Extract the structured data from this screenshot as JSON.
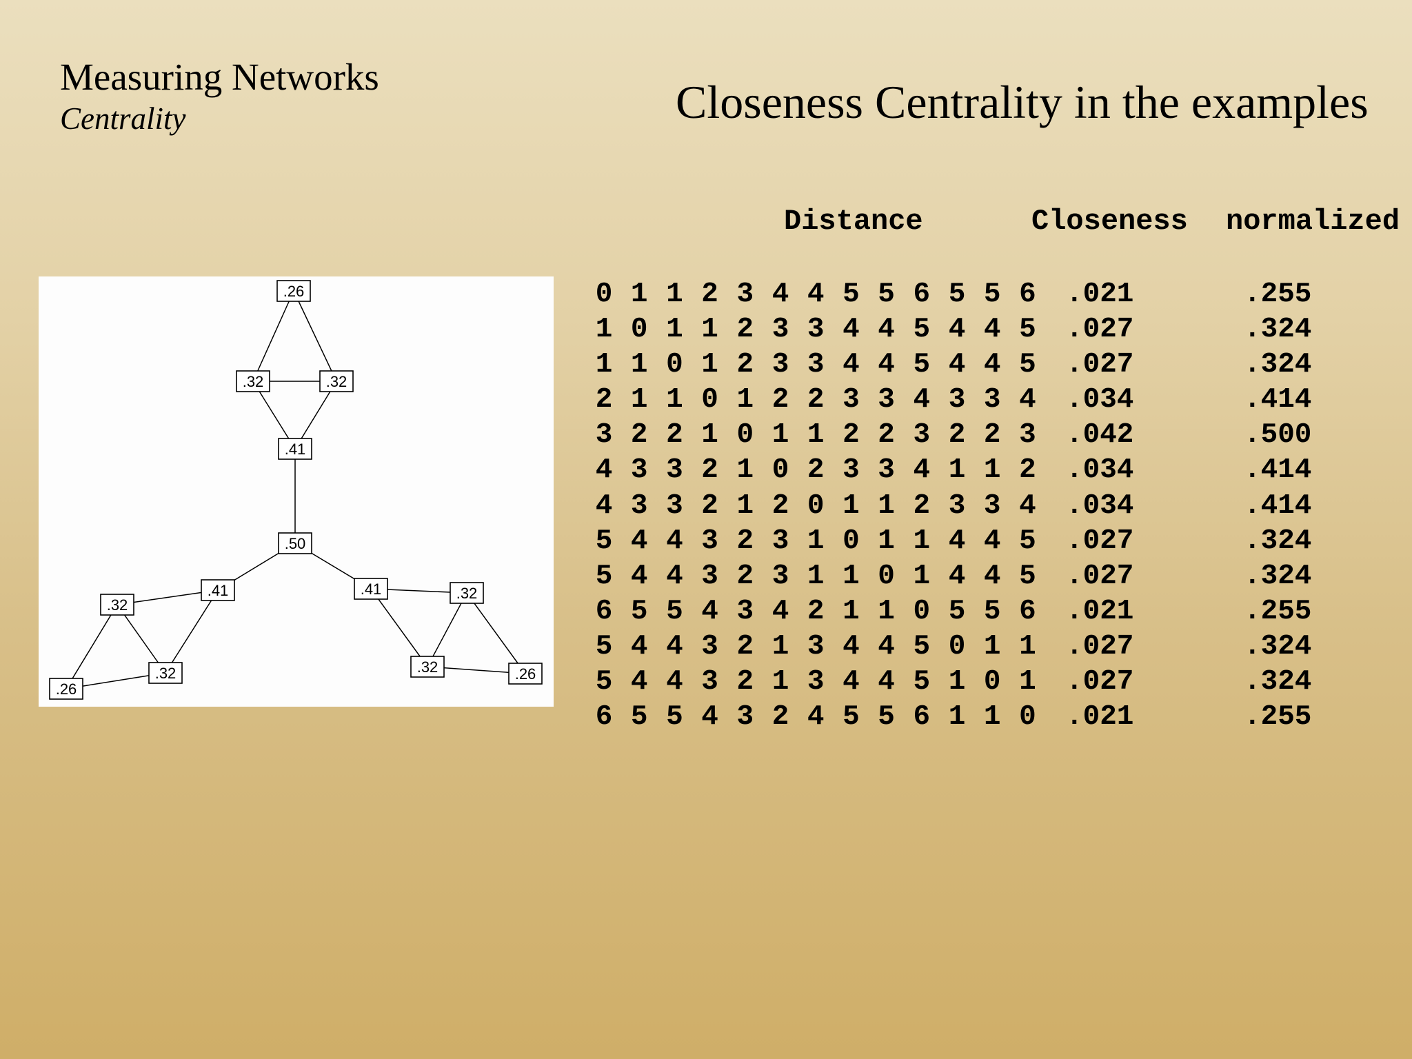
{
  "header": {
    "section": "Measuring Networks",
    "subsection": "Centrality"
  },
  "title": "Closeness Centrality in the examples",
  "columns": {
    "distance": "Distance",
    "closeness": "Closeness",
    "normalized": "normalized"
  },
  "graph": {
    "nodes": [
      {
        "id": "n1",
        "label": ".26"
      },
      {
        "id": "n2",
        "label": ".32"
      },
      {
        "id": "n3",
        "label": ".32"
      },
      {
        "id": "n4",
        "label": ".41"
      },
      {
        "id": "n5",
        "label": ".50"
      },
      {
        "id": "n6",
        "label": ".41"
      },
      {
        "id": "n7",
        "label": ".32"
      },
      {
        "id": "n8",
        "label": ".32"
      },
      {
        "id": "n9",
        "label": ".26"
      },
      {
        "id": "n10",
        "label": ".41"
      },
      {
        "id": "n11",
        "label": ".32"
      },
      {
        "id": "n12",
        "label": ".32"
      },
      {
        "id": "n13",
        "label": ".26"
      }
    ],
    "edges": [
      [
        "n1",
        "n2"
      ],
      [
        "n1",
        "n3"
      ],
      [
        "n2",
        "n3"
      ],
      [
        "n2",
        "n4"
      ],
      [
        "n3",
        "n4"
      ],
      [
        "n4",
        "n5"
      ],
      [
        "n5",
        "n6"
      ],
      [
        "n5",
        "n10"
      ],
      [
        "n6",
        "n7"
      ],
      [
        "n6",
        "n8"
      ],
      [
        "n7",
        "n8"
      ],
      [
        "n7",
        "n9"
      ],
      [
        "n8",
        "n9"
      ],
      [
        "n10",
        "n11"
      ],
      [
        "n10",
        "n12"
      ],
      [
        "n11",
        "n12"
      ],
      [
        "n11",
        "n13"
      ],
      [
        "n12",
        "n13"
      ]
    ]
  },
  "rows": [
    {
      "distances": [
        0,
        1,
        1,
        2,
        3,
        4,
        4,
        5,
        5,
        6,
        5,
        5,
        6
      ],
      "closeness": ".021",
      "normalized": ".255"
    },
    {
      "distances": [
        1,
        0,
        1,
        1,
        2,
        3,
        3,
        4,
        4,
        5,
        4,
        4,
        5
      ],
      "closeness": ".027",
      "normalized": ".324"
    },
    {
      "distances": [
        1,
        1,
        0,
        1,
        2,
        3,
        3,
        4,
        4,
        5,
        4,
        4,
        5
      ],
      "closeness": ".027",
      "normalized": ".324"
    },
    {
      "distances": [
        2,
        1,
        1,
        0,
        1,
        2,
        2,
        3,
        3,
        4,
        3,
        3,
        4
      ],
      "closeness": ".034",
      "normalized": ".414"
    },
    {
      "distances": [
        3,
        2,
        2,
        1,
        0,
        1,
        1,
        2,
        2,
        3,
        2,
        2,
        3
      ],
      "closeness": ".042",
      "normalized": ".500"
    },
    {
      "distances": [
        4,
        3,
        3,
        2,
        1,
        0,
        2,
        3,
        3,
        4,
        1,
        1,
        2
      ],
      "closeness": ".034",
      "normalized": ".414"
    },
    {
      "distances": [
        4,
        3,
        3,
        2,
        1,
        2,
        0,
        1,
        1,
        2,
        3,
        3,
        4
      ],
      "closeness": ".034",
      "normalized": ".414"
    },
    {
      "distances": [
        5,
        4,
        4,
        3,
        2,
        3,
        1,
        0,
        1,
        1,
        4,
        4,
        5
      ],
      "closeness": ".027",
      "normalized": ".324"
    },
    {
      "distances": [
        5,
        4,
        4,
        3,
        2,
        3,
        1,
        1,
        0,
        1,
        4,
        4,
        5
      ],
      "closeness": ".027",
      "normalized": ".324"
    },
    {
      "distances": [
        6,
        5,
        5,
        4,
        3,
        4,
        2,
        1,
        1,
        0,
        5,
        5,
        6
      ],
      "closeness": ".021",
      "normalized": ".255"
    },
    {
      "distances": [
        5,
        4,
        4,
        3,
        2,
        1,
        3,
        4,
        4,
        5,
        0,
        1,
        1
      ],
      "closeness": ".027",
      "normalized": ".324"
    },
    {
      "distances": [
        5,
        4,
        4,
        3,
        2,
        1,
        3,
        4,
        4,
        5,
        1,
        0,
        1
      ],
      "closeness": ".027",
      "normalized": ".324"
    },
    {
      "distances": [
        6,
        5,
        5,
        4,
        3,
        2,
        4,
        5,
        5,
        6,
        1,
        1,
        0
      ],
      "closeness": ".021",
      "normalized": ".255"
    }
  ]
}
